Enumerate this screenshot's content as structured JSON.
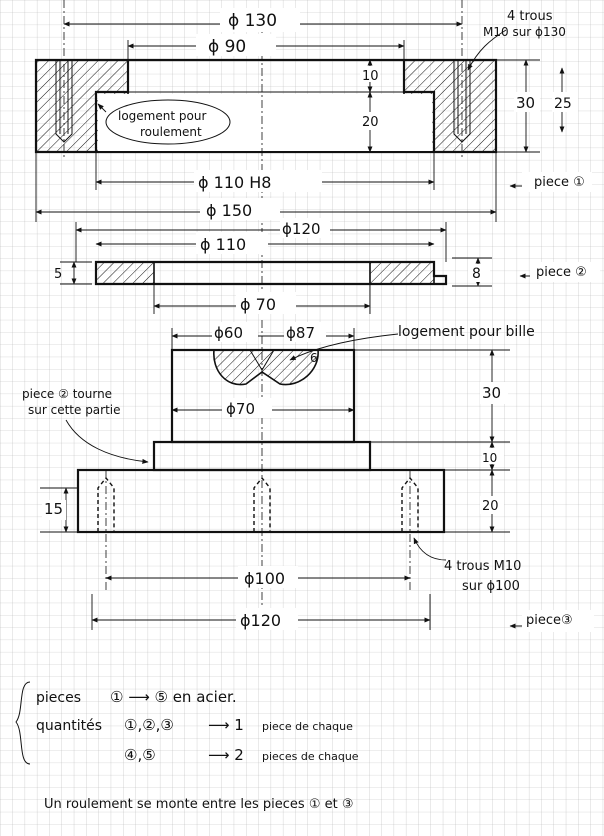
{
  "part1": {
    "d130": "ϕ 130",
    "d90": "ϕ 90",
    "holes_line1": "4 trous",
    "holes_line2": "M10 sur ϕ130",
    "h10": "10",
    "h20": "20",
    "h30": "30",
    "h25": "25",
    "bearing_seat_line1": "logement pour",
    "bearing_seat_line2": "roulement",
    "d110h8": "ϕ 110   H8",
    "label": "piece ①"
  },
  "part2": {
    "d150": "ϕ 150",
    "d120": "ϕ120",
    "d110": "ϕ 110",
    "h5": "5",
    "h8": "8",
    "d70": "ϕ 70",
    "label": "piece ②"
  },
  "part3": {
    "d60": "ϕ60",
    "d87": "ϕ87",
    "ball_seat": "logement pour bille",
    "r6": "6",
    "rotates_line1": "piece ② tourne",
    "rotates_line2": "sur cette partie",
    "d70": "ϕ70",
    "h30": "30",
    "h10": "10",
    "h20": "20",
    "h15": "15",
    "holes_line1": "4 trous M10",
    "holes_line2": "sur ϕ100",
    "d100": "ϕ100",
    "d120": "ϕ120",
    "label": "piece③"
  },
  "notes": {
    "line1_a": "pieces",
    "line1_b": "①  ⟶ ⑤   en acier.",
    "line2_a": "quantités",
    "line2_b": "①,②,③",
    "line2_c": "⟶ 1",
    "line2_d": "piece de chaque",
    "line3_b": "④,⑤",
    "line3_c": "⟶ 2",
    "line3_d": "pieces de chaque",
    "footer": "Un roulement se monte entre les pieces  ① et ③"
  }
}
